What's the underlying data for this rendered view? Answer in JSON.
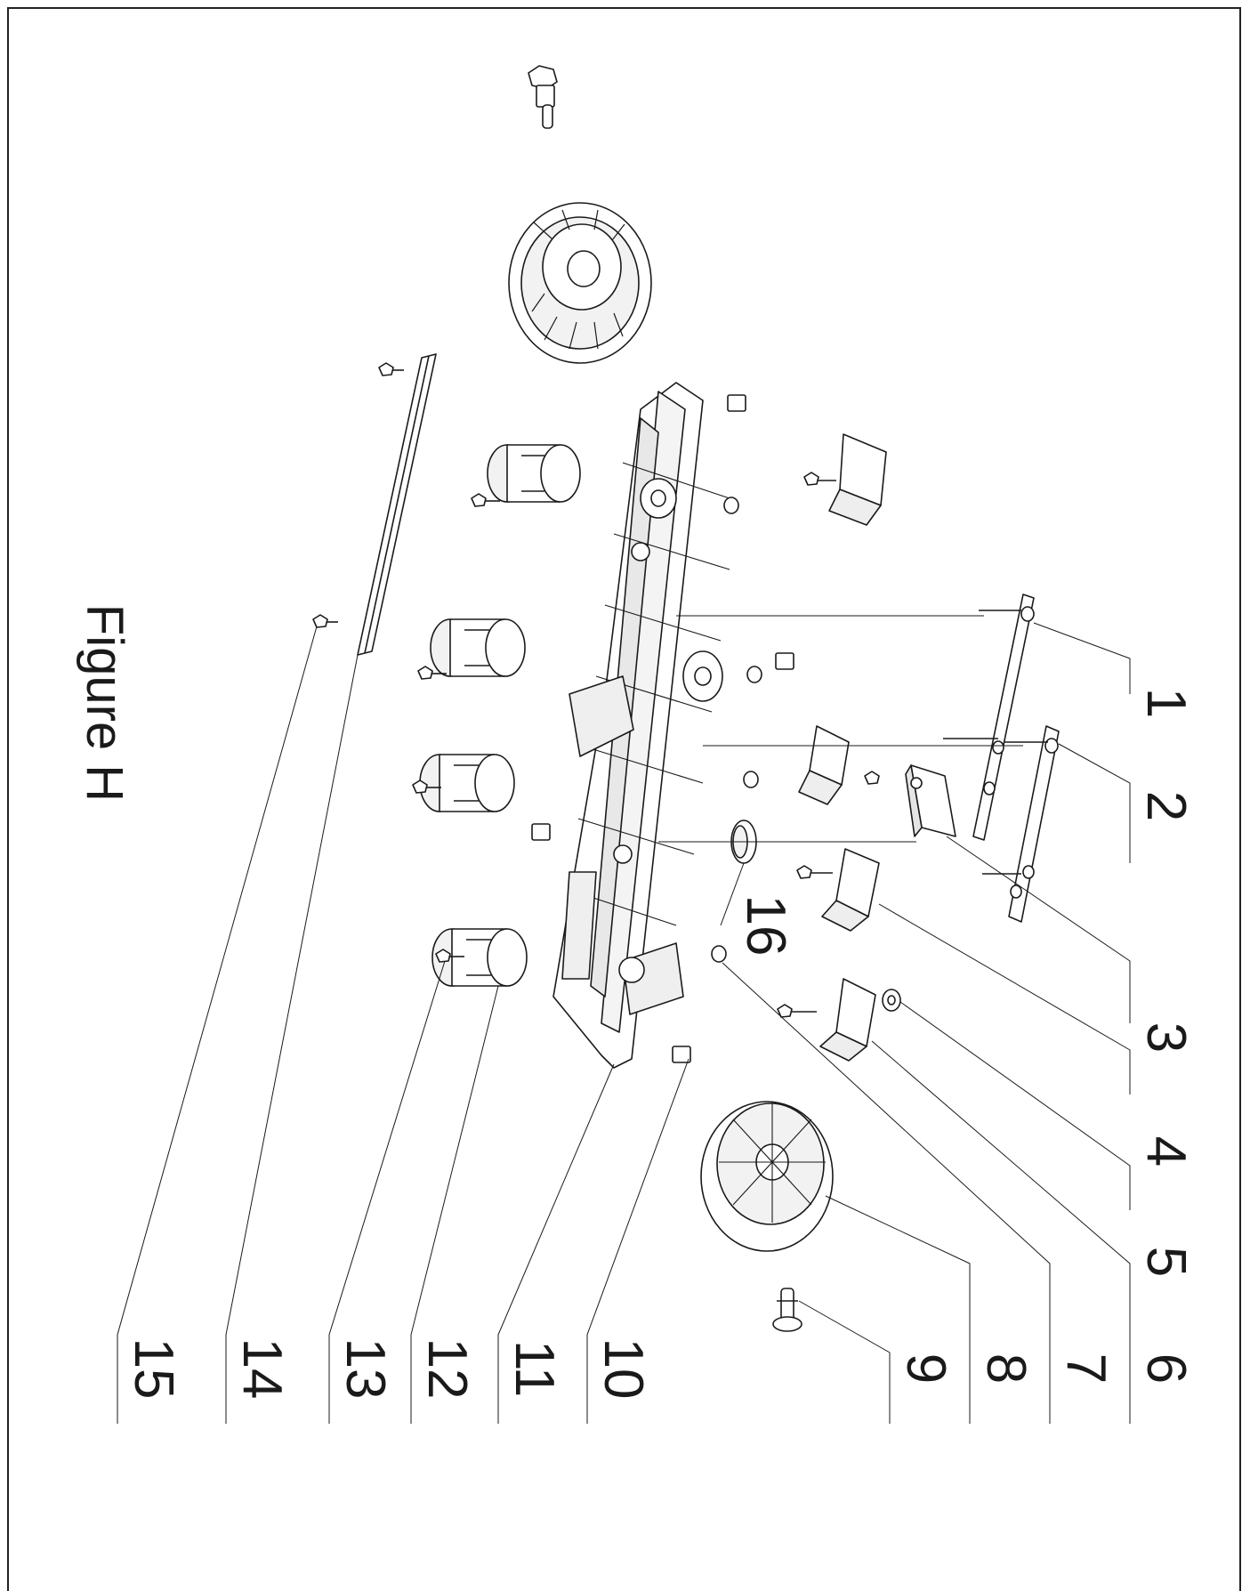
{
  "figure": {
    "title": "Figure H",
    "callouts": [
      {
        "id": "1",
        "label": "1"
      },
      {
        "id": "2",
        "label": "2"
      },
      {
        "id": "3",
        "label": "3"
      },
      {
        "id": "4",
        "label": "4"
      },
      {
        "id": "5",
        "label": "5"
      },
      {
        "id": "6",
        "label": "6"
      },
      {
        "id": "7",
        "label": "7"
      },
      {
        "id": "8",
        "label": "8"
      },
      {
        "id": "9",
        "label": "9"
      },
      {
        "id": "10",
        "label": "10"
      },
      {
        "id": "11",
        "label": "11"
      },
      {
        "id": "12",
        "label": "12"
      },
      {
        "id": "13",
        "label": "13"
      },
      {
        "id": "14",
        "label": "14"
      },
      {
        "id": "15",
        "label": "15"
      },
      {
        "id": "16",
        "label": "16"
      }
    ]
  },
  "colors": {
    "line": "#1a1a1a",
    "part_fill": "#ffffff",
    "shade": "#d9d9d9"
  }
}
